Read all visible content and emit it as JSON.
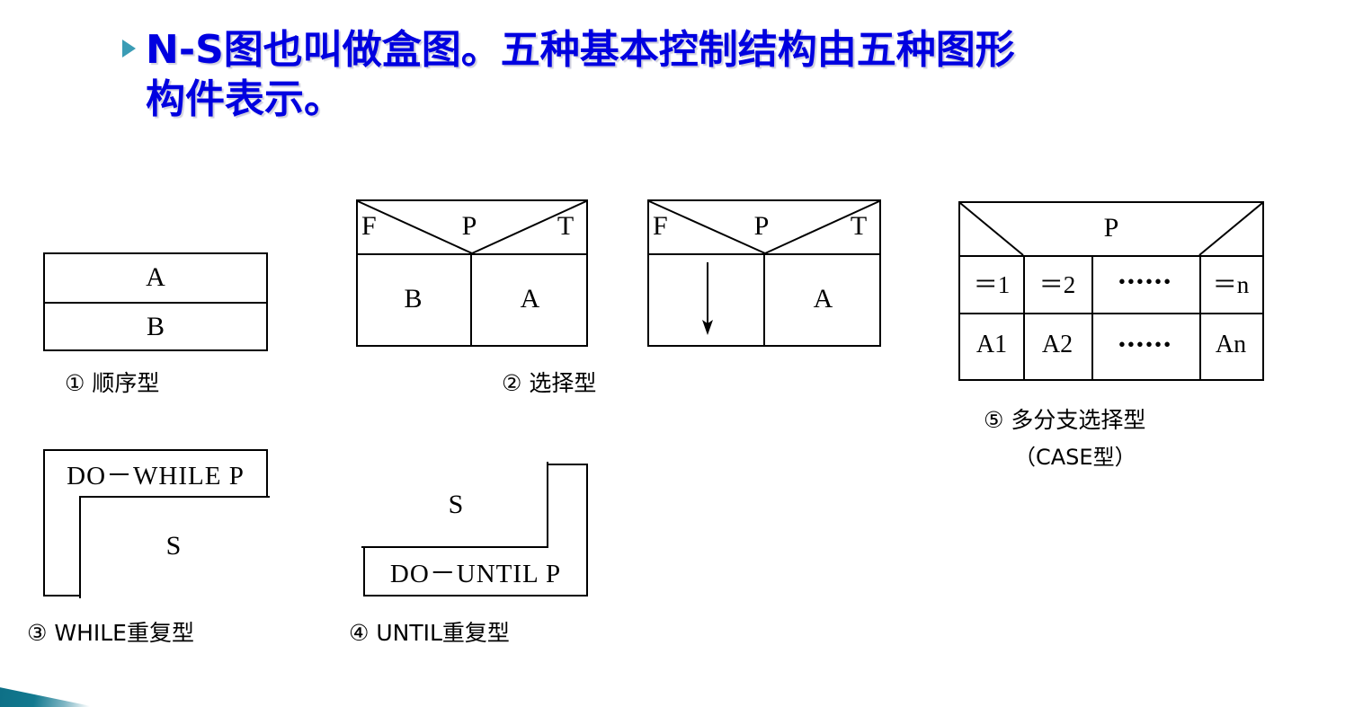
{
  "slide": {
    "title": "N-S图也叫做盒图。五种基本控制结构由五种图形构件表示。",
    "title_color": "#0000e0",
    "bullet_color": "#3a9cb5",
    "bullet_icon": "triangle-right-icon"
  },
  "diagrams": {
    "sequence": {
      "caption": "① 顺序型",
      "rows": [
        "A",
        "B"
      ]
    },
    "selection_1": {
      "header": {
        "false_label": "F",
        "condition": "P",
        "true_label": "T"
      },
      "false_branch": "B",
      "true_branch": "A"
    },
    "selection_2": {
      "header": {
        "false_label": "F",
        "condition": "P",
        "true_label": "T"
      },
      "false_branch": "down-arrow-icon",
      "true_branch": "A"
    },
    "selection_caption": "② 选择型",
    "while_loop": {
      "header": "DO－WHILE P",
      "body": "S",
      "caption": "③ WHILE重复型"
    },
    "until_loop": {
      "body": "S",
      "footer": "DO－UNTIL P",
      "caption": "④ UNTIL重复型"
    },
    "case_select": {
      "header": "P",
      "condition_row": [
        "＝1",
        "＝2",
        "••••••",
        "＝n"
      ],
      "action_row": [
        "A1",
        "A2",
        "••••••",
        "An"
      ],
      "caption_line1": "⑤ 多分支选择型",
      "caption_line2": "（CASE型）"
    }
  }
}
